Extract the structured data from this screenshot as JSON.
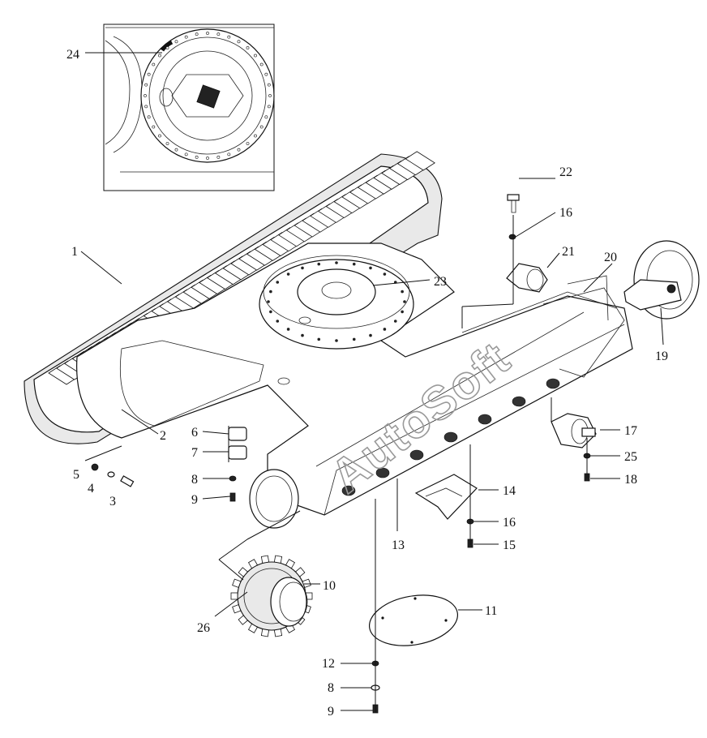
{
  "watermark": "AutoSoft",
  "callouts": [
    {
      "id": "c1",
      "label": "1"
    },
    {
      "id": "c2",
      "label": "2"
    },
    {
      "id": "c3",
      "label": "3"
    },
    {
      "id": "c4",
      "label": "4"
    },
    {
      "id": "c5",
      "label": "5"
    },
    {
      "id": "c6",
      "label": "6"
    },
    {
      "id": "c7",
      "label": "7"
    },
    {
      "id": "c8a",
      "label": "8"
    },
    {
      "id": "c9a",
      "label": "9"
    },
    {
      "id": "c10",
      "label": "10"
    },
    {
      "id": "c11",
      "label": "11"
    },
    {
      "id": "c12",
      "label": "12"
    },
    {
      "id": "c8b",
      "label": "8"
    },
    {
      "id": "c9b",
      "label": "9"
    },
    {
      "id": "c13",
      "label": "13"
    },
    {
      "id": "c14",
      "label": "14"
    },
    {
      "id": "c15",
      "label": "15"
    },
    {
      "id": "c16a",
      "label": "16"
    },
    {
      "id": "c16b",
      "label": "16"
    },
    {
      "id": "c17",
      "label": "17"
    },
    {
      "id": "c18",
      "label": "18"
    },
    {
      "id": "c19",
      "label": "19"
    },
    {
      "id": "c20",
      "label": "20"
    },
    {
      "id": "c21",
      "label": "21"
    },
    {
      "id": "c22",
      "label": "22"
    },
    {
      "id": "c23",
      "label": "23"
    },
    {
      "id": "c24",
      "label": "24"
    },
    {
      "id": "c25",
      "label": "25"
    },
    {
      "id": "c26",
      "label": "26"
    }
  ]
}
